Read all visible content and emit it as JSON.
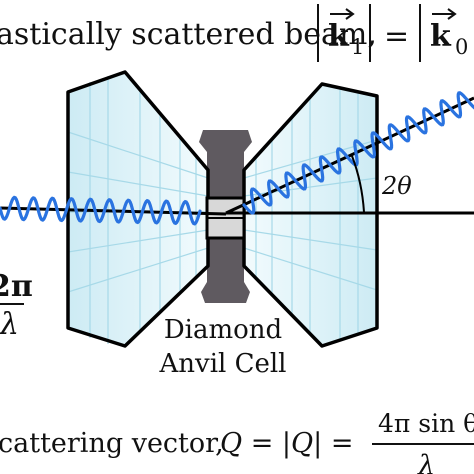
{
  "top_caption": {
    "text": "astically scattered beam,",
    "lhs_vector": "k",
    "lhs_sub": "1",
    "equals": "=",
    "rhs_vector": "k",
    "rhs_sub": "0"
  },
  "angle_label": "2θ",
  "left_fraction": {
    "numerator": "2π",
    "denominator": "λ"
  },
  "cell_label": {
    "line1": "Diamond",
    "line2": "Anvil Cell"
  },
  "bottom_equation": {
    "prefix": "cattering vector,",
    "lhs": "Q = |Q| =",
    "numerator": "4π sin θ",
    "denominator": "λ"
  },
  "colors": {
    "diamond_fill": "#dff3f8",
    "diamond_grid": "#9fd6e6",
    "gasket": "#5f5a60",
    "wave": "#2a73e0",
    "line": "#000000"
  }
}
